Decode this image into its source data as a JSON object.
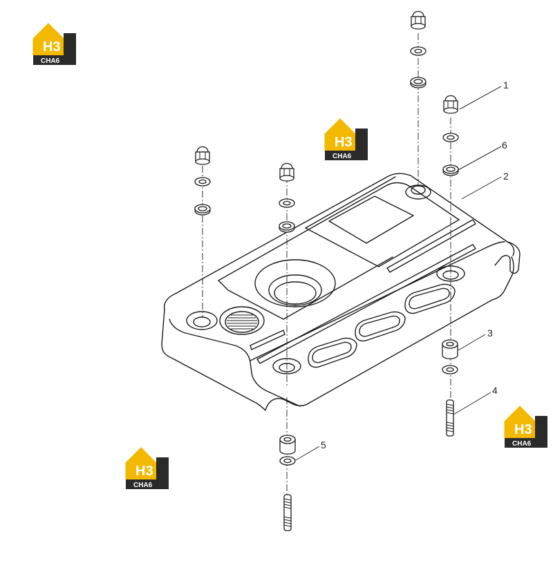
{
  "logo": {
    "mark": "H3",
    "caption": "CHA6",
    "colors": {
      "yellow": "#f3b800",
      "dark": "#2a2a2a",
      "white": "#ffffff"
    }
  },
  "callouts": [
    {
      "id": "1",
      "label": "1"
    },
    {
      "id": "2",
      "label": "2"
    },
    {
      "id": "3",
      "label": "3"
    },
    {
      "id": "4",
      "label": "4"
    },
    {
      "id": "5",
      "label": "5"
    },
    {
      "id": "6",
      "label": "6"
    }
  ]
}
